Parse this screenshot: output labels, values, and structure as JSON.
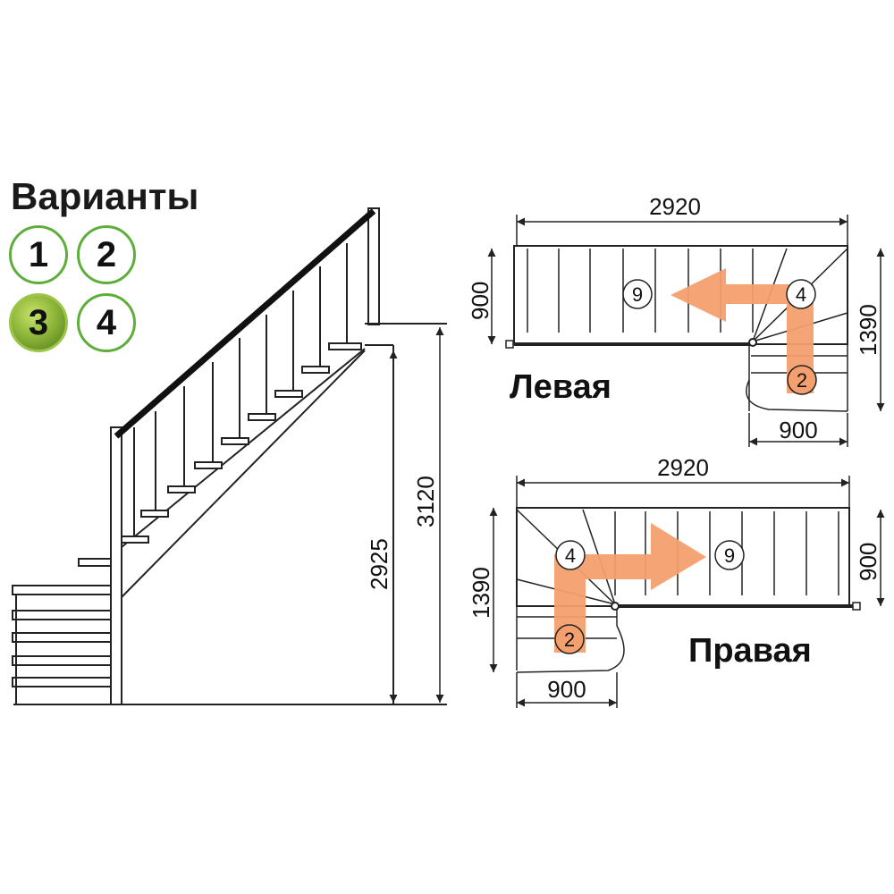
{
  "variants": {
    "title": "Варианты",
    "items": [
      {
        "label": "1",
        "active": false
      },
      {
        "label": "2",
        "active": false
      },
      {
        "label": "3",
        "active": true
      },
      {
        "label": "4",
        "active": false
      }
    ]
  },
  "side_view": {
    "height_inner": "2925",
    "height_total": "3120"
  },
  "left_plan": {
    "label": "Левая",
    "width": "2920",
    "height_left": "900",
    "height_right": "1390",
    "bottom_width": "900",
    "step_start": "2",
    "step_turn": "4",
    "step_end": "9"
  },
  "right_plan": {
    "label": "Правая",
    "width": "2920",
    "height_left": "1390",
    "height_right": "900",
    "bottom_width": "900",
    "step_start": "2",
    "step_turn": "4",
    "step_end": "9"
  },
  "colors": {
    "arrow": "#f4a06e",
    "accent_green": "#5fae3c",
    "line": "#222222"
  }
}
